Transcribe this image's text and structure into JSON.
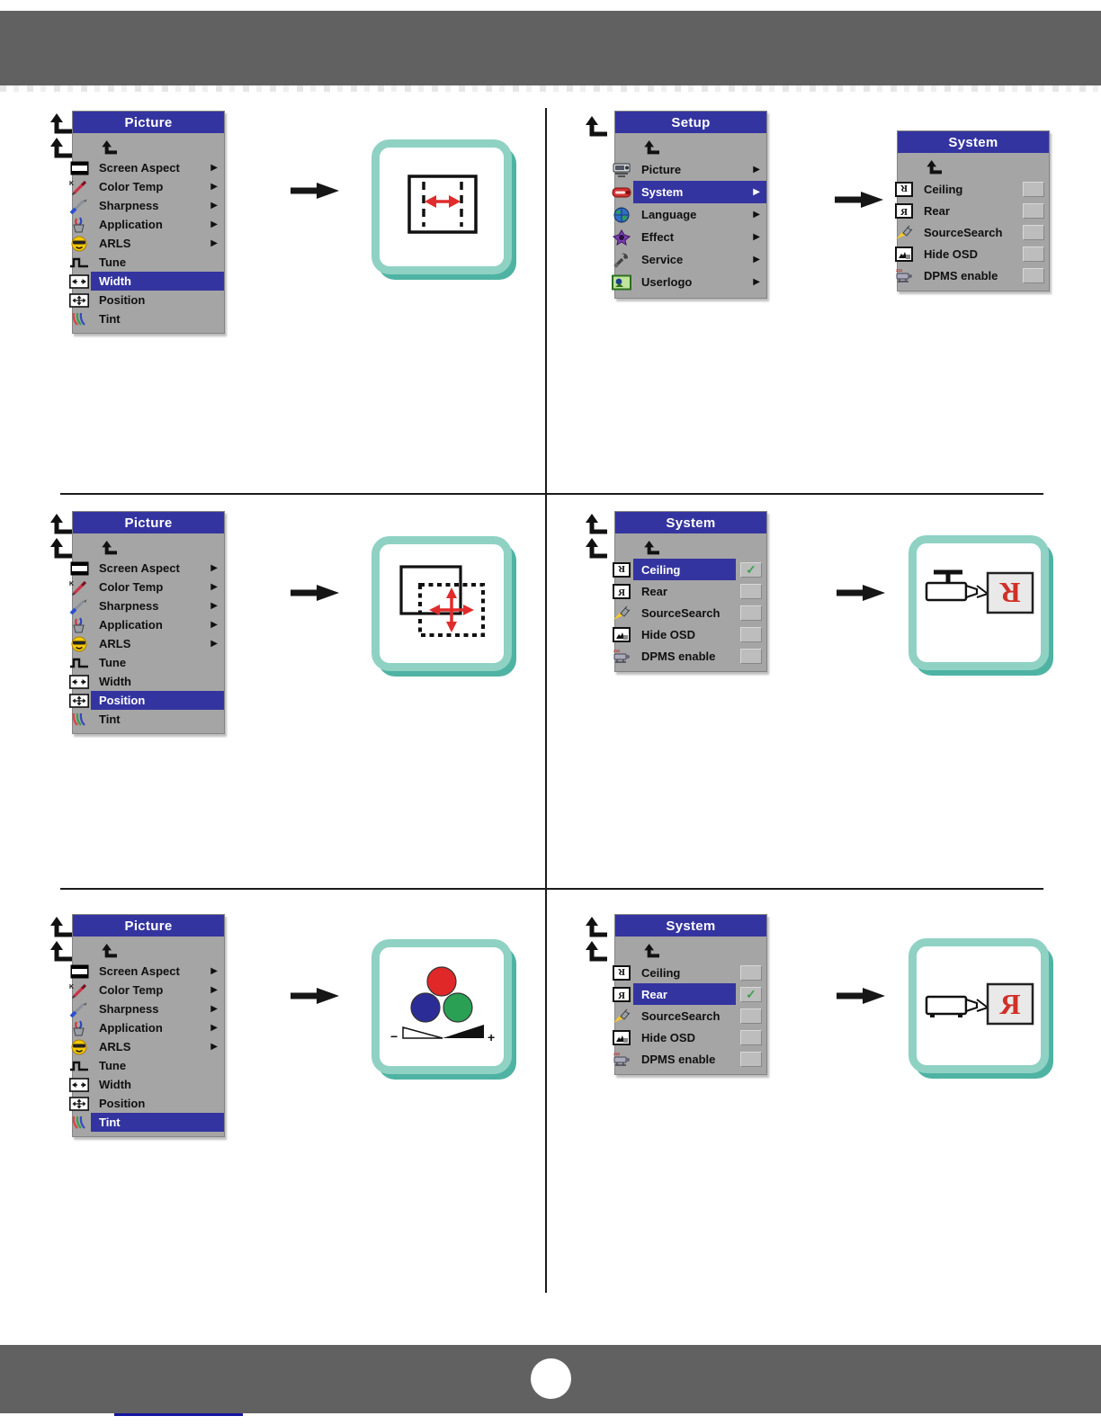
{
  "colors": {
    "bar-gray": "#616161",
    "title-blue": "#3434a0",
    "hl-blue": "#3434a0",
    "menu-gray": "#a5a5a5",
    "cb-gray": "#bdbdbd",
    "teal": "#8fd2c4",
    "teal-shadow": "#4fb3a3",
    "red": "#e02c2c",
    "check-green": "#2f9e44",
    "screen-gray": "#e9e9e9",
    "letter-red": "#d03028",
    "divider": "#1c1c1c",
    "link-blue": "#1515a0"
  },
  "glyphs": {
    "submenu_arrow": "▶",
    "check": "✓"
  },
  "menus": {
    "picture": {
      "title": "Picture",
      "items": [
        {
          "label": "Screen Aspect",
          "icon": "screen-aspect-icon",
          "submenu": true
        },
        {
          "label": "Color Temp",
          "icon": "color-temp-icon",
          "submenu": true
        },
        {
          "label": "Sharpness",
          "icon": "sharpness-icon",
          "submenu": true
        },
        {
          "label": "Application",
          "icon": "application-icon",
          "submenu": true
        },
        {
          "label": "ARLS",
          "icon": "arls-icon",
          "submenu": true
        },
        {
          "label": "Tune",
          "icon": "tune-icon",
          "submenu": false
        },
        {
          "label": "Width",
          "icon": "width-icon",
          "submenu": false
        },
        {
          "label": "Position",
          "icon": "position-icon",
          "submenu": false
        },
        {
          "label": "Tint",
          "icon": "tint-icon",
          "submenu": false
        }
      ]
    },
    "setup": {
      "title": "Setup",
      "items": [
        {
          "label": "Picture",
          "icon": "picture-icon",
          "submenu": true
        },
        {
          "label": "System",
          "icon": "system-icon",
          "submenu": true
        },
        {
          "label": "Language",
          "icon": "language-icon",
          "submenu": true
        },
        {
          "label": "Effect",
          "icon": "effect-icon",
          "submenu": true
        },
        {
          "label": "Service",
          "icon": "service-icon",
          "submenu": true
        },
        {
          "label": "Userlogo",
          "icon": "userlogo-icon",
          "submenu": true
        }
      ]
    },
    "system": {
      "title": "System",
      "items": [
        {
          "label": "Ceiling",
          "icon": "ceiling-icon",
          "checkbox": true
        },
        {
          "label": "Rear",
          "icon": "rear-icon",
          "checkbox": true
        },
        {
          "label": "SourceSearch",
          "icon": "sourcesearch-icon",
          "checkbox": true
        },
        {
          "label": "Hide OSD",
          "icon": "hide-osd-icon",
          "checkbox": true
        },
        {
          "label": "DPMS enable",
          "icon": "dpms-icon",
          "checkbox": true
        }
      ]
    }
  },
  "panels": [
    {
      "name": "picture-width",
      "menu": "picture",
      "selected_item": "Width",
      "back_arrows": 2,
      "illustration": "width-adjust"
    },
    {
      "name": "setup-system",
      "menu": "setup",
      "selected_item": "System",
      "back_arrows": 1,
      "shows_submenu": "system"
    },
    {
      "name": "picture-position",
      "menu": "picture",
      "selected_item": "Position",
      "back_arrows": 2,
      "illustration": "position-adjust"
    },
    {
      "name": "system-ceiling",
      "menu": "system",
      "selected_item": "Ceiling",
      "checked_items": [
        "Ceiling"
      ],
      "back_arrows": 2,
      "illustration": "ceiling-projection"
    },
    {
      "name": "picture-tint",
      "menu": "picture",
      "selected_item": "Tint",
      "back_arrows": 2,
      "illustration": "tint-adjust"
    },
    {
      "name": "system-rear",
      "menu": "system",
      "selected_item": "Rear",
      "checked_items": [
        "Rear"
      ],
      "back_arrows": 2,
      "illustration": "rear-projection"
    }
  ],
  "illustrations": {
    "width": {
      "minus": "",
      "plus": ""
    },
    "tint": {
      "minus": "−",
      "plus": "+"
    },
    "ceiling": {
      "screen_letter": "R"
    },
    "rear": {
      "screen_letter": "R"
    }
  }
}
